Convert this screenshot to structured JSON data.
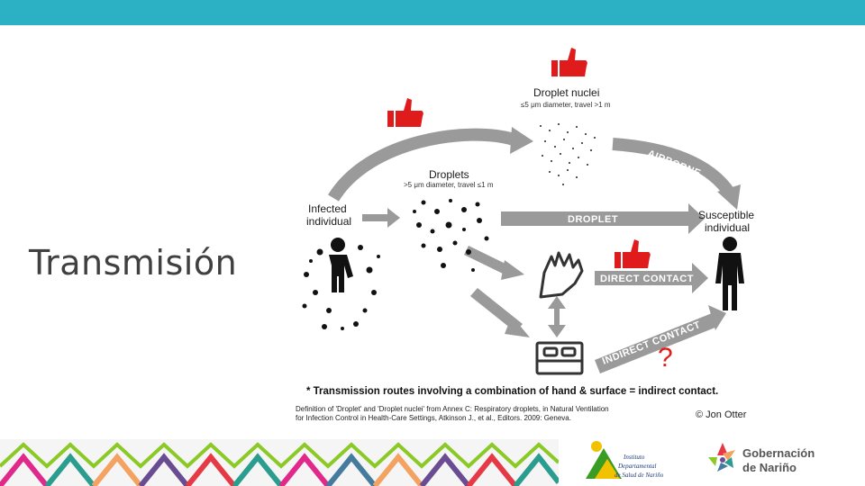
{
  "slide": {
    "title": "Transmisión"
  },
  "diagram": {
    "droplet_nuclei_title": "Droplet nuclei",
    "droplet_nuclei_sub": "≤5 μm diameter, travel >1 m",
    "droplets_title": "Droplets",
    "droplets_sub": ">5 μm diameter, travel ≤1 m",
    "infected_line1": "Infected",
    "infected_line2": "individual",
    "susceptible_line1": "Susceptible",
    "susceptible_line2": "individual",
    "airborne_label": "AIRBORNE",
    "droplet_label": "DROPLET",
    "direct_contact_label": "DIRECT CONTACT",
    "indirect_contact_label": "INDIRECT CONTACT",
    "question_mark": "?",
    "note": "* Transmission routes involving a combination of hand & surface = indirect contact.",
    "definition_line1": "Definition of 'Droplet' and 'Droplet nuclei' from Annex C: Respiratory droplets, in Natural Ventilation",
    "definition_line2": "for Infection Control in Health-Care Settings, Atkinson J., et al., Editors. 2009: Geneva.",
    "credit": "© Jon Otter",
    "accent_red": "#e01b1b",
    "arrow_gray": "#9a9a9a"
  },
  "logos": {
    "institute_line1": "Instituto",
    "institute_line2": "Departamental",
    "institute_line3": "de Salud de Nariño",
    "gob_line1": "Gobernación",
    "gob_line2": "de Nariño"
  },
  "theme": {
    "topbar_color": "#2bb0c4"
  }
}
